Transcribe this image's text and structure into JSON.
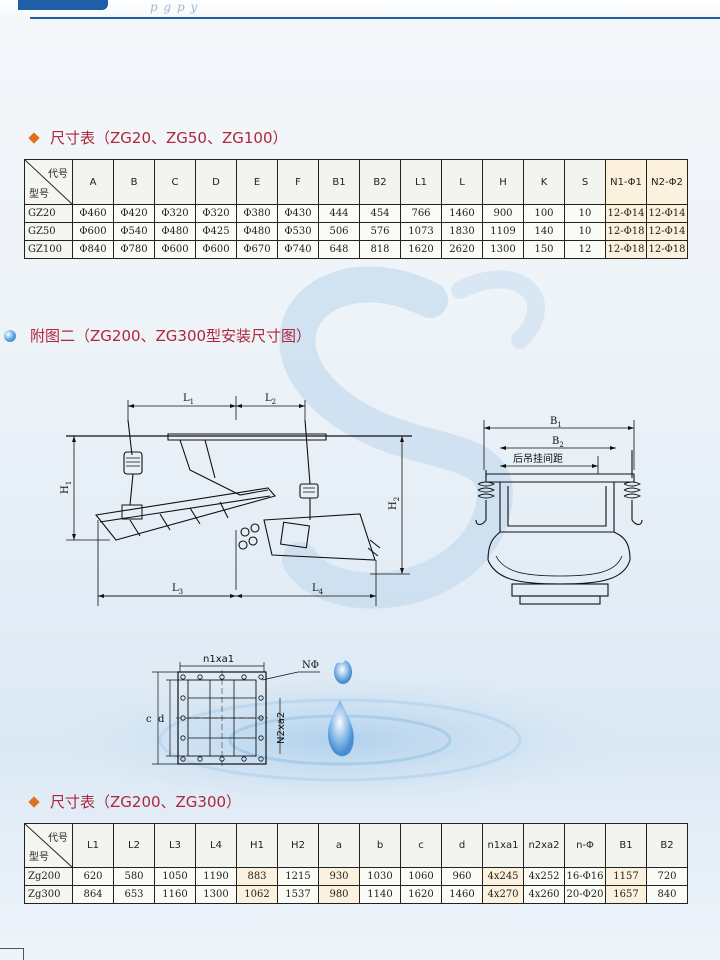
{
  "header": {
    "faded_text": "p     g         p      y"
  },
  "section1": {
    "title": "尺寸表（ZG20、ZG50、ZG100）",
    "corner_top": "代号",
    "corner_bottom": "型号",
    "columns": [
      "A",
      "B",
      "C",
      "D",
      "E",
      "F",
      "B1",
      "B2",
      "L1",
      "L",
      "H",
      "K",
      "S",
      "N1-Φ1",
      "N2-Φ2"
    ],
    "rows": [
      [
        "GZ20",
        "Φ460",
        "Φ420",
        "Φ320",
        "Φ320",
        "Φ380",
        "Φ430",
        "444",
        "454",
        "766",
        "1460",
        "900",
        "100",
        "10",
        "12-Φ14",
        "12-Φ14"
      ],
      [
        "GZ50",
        "Φ600",
        "Φ540",
        "Φ480",
        "Φ425",
        "Φ480",
        "Φ530",
        "506",
        "576",
        "1073",
        "1830",
        "1109",
        "140",
        "10",
        "12-Φ18",
        "12-Φ14"
      ],
      [
        "GZ100",
        "Φ840",
        "Φ780",
        "Φ600",
        "Φ600",
        "Φ670",
        "Φ740",
        "648",
        "818",
        "1620",
        "2620",
        "1300",
        "150",
        "12",
        "12-Φ18",
        "12-Φ18"
      ]
    ]
  },
  "figure": {
    "title": "附图二（ZG200、ZG300型安装尺寸图）",
    "side": {
      "L1": "L",
      "L1_sub": "1",
      "L2": "L",
      "L2_sub": "2",
      "L3": "L",
      "L3_sub": "3",
      "L4": "L",
      "L4_sub": "4",
      "H1": "H",
      "H1_sub": "1",
      "H2": "H",
      "H2_sub": "2"
    },
    "front": {
      "B1": "B",
      "B1_sub": "1",
      "B2": "B",
      "B2_sub": "2",
      "hanger_label": "后吊挂间距"
    },
    "flange": {
      "top": "n1xa1",
      "right": "N2xa2",
      "hole": "NΦ",
      "c": "c",
      "d": "d"
    }
  },
  "section2": {
    "title": "尺寸表（ZG200、ZG300）",
    "corner_top": "代号",
    "corner_bottom": "型号",
    "columns": [
      "L1",
      "L2",
      "L3",
      "L4",
      "H1",
      "H2",
      "a",
      "b",
      "c",
      "d",
      "n1xa1",
      "n2xa2",
      "n-Φ",
      "B1",
      "B2"
    ],
    "rows": [
      [
        "Zg200",
        "620",
        "580",
        "1050",
        "1190",
        "883",
        "1215",
        "930",
        "1030",
        "1060",
        "960",
        "4x245",
        "4x252",
        "16-Φ16",
        "1157",
        "720"
      ],
      [
        "Zg300",
        "864",
        "653",
        "1160",
        "1300",
        "1062",
        "1537",
        "980",
        "1140",
        "1620",
        "1460",
        "4x270",
        "4x260",
        "20-Φ20",
        "1657",
        "840"
      ]
    ]
  },
  "colors": {
    "title_red": "#b0263a",
    "bullet_orange": "#e0701e",
    "rule_blue": "#1f5fa8"
  }
}
